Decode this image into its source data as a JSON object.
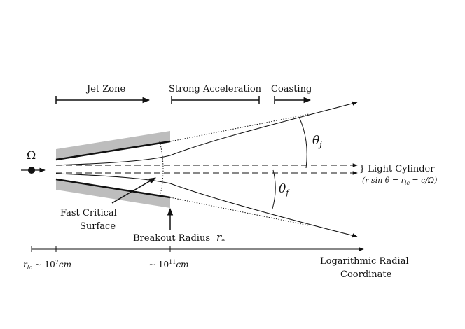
{
  "zones": {
    "jet_zone": "Jet Zone",
    "strong_acceleration": "Strong Acceleration",
    "coasting": "Coasting"
  },
  "symbols": {
    "omega": "Ω",
    "theta_j_base": "θ",
    "theta_j_sub": "j",
    "theta_f_base": "θ",
    "theta_f_sub": "f",
    "r_star_base": "r",
    "r_star_sub": "*"
  },
  "labels": {
    "light_cylinder": "} Light Cylinder",
    "light_cylinder_eq": "(r sin θ = r",
    "light_cylinder_eq_sub": "lc",
    "light_cylinder_eq_tail": " = c/Ω)",
    "fast_critical_line1": "Fast Critical",
    "fast_critical_line2": "Surface",
    "breakout_radius": "Breakout Radius"
  },
  "axis": {
    "title_line1": "Logarithmic Radial",
    "title_line2": "Coordinate",
    "tick1_r": "r",
    "tick1_sub": "lc",
    "tick1_tail": " ∼ 10",
    "tick1_exp": "7",
    "tick1_unit": "cm",
    "tick2_head": "∼ 10",
    "tick2_exp": "11",
    "tick2_unit": "cm"
  },
  "colors": {
    "ink": "#111111",
    "wall_shade": "#bdbdbd"
  }
}
